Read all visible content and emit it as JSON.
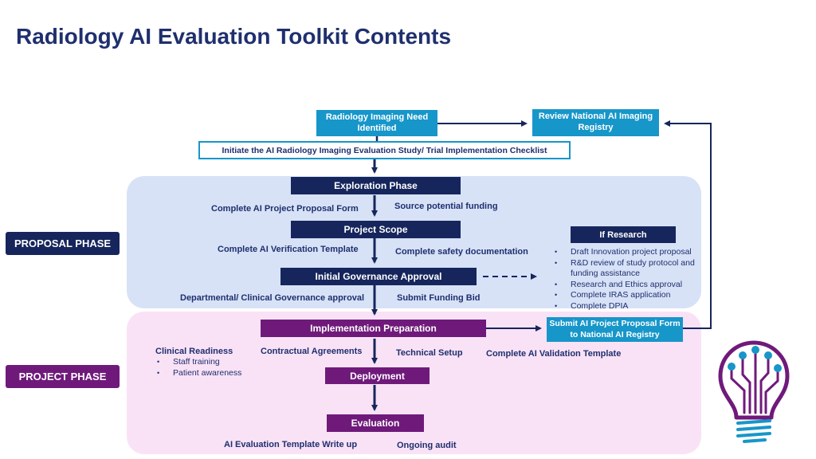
{
  "title": "Radiology AI Evaluation Toolkit Contents",
  "colors": {
    "navy": "#16265c",
    "purple": "#6f1a7b",
    "teal": "#1796c9",
    "proposal_bg": "#d7e2f7",
    "project_bg": "#f9e2f6",
    "title": "#1f2f6e"
  },
  "phases": {
    "proposal": "PROPOSAL PHASE",
    "project": "PROJECT PHASE"
  },
  "top": {
    "need": "Radiology Imaging Need Identified",
    "registry": "Review National AI Imaging Registry",
    "checklist": "Initiate the AI Radiology Imaging Evaluation Study/ Trial Implementation Checklist"
  },
  "proposal": {
    "exploration": "Exploration Phase",
    "proposal_form": "Complete AI Project Proposal Form",
    "source_funding": "Source potential funding",
    "project_scope": "Project Scope",
    "verification": "Complete AI Verification Template",
    "safety": "Complete safety documentation",
    "governance": "Initial Governance Approval",
    "dept_approval": "Departmental/ Clinical Governance approval",
    "funding_bid": "Submit Funding Bid"
  },
  "research": {
    "title": "If Research",
    "items": [
      "Draft Innovation  project  proposal",
      "R&D review  of study protocol and funding assistance",
      "Research and Ethics approval",
      "Complete IRAS application",
      "Complete DPIA"
    ]
  },
  "project": {
    "implementation": "Implementation Preparation",
    "submit_registry": "Submit AI Project Proposal Form to National AI Registry",
    "clinical_readiness": "Clinical Readiness",
    "readiness_items": [
      "Staff training",
      "Patient awareness"
    ],
    "contractual": "Contractual Agreements",
    "technical": "Technical Setup",
    "validation": "Complete AI Validation Template",
    "deployment": "Deployment",
    "evaluation": "Evaluation",
    "write_up": "AI Evaluation Template Write up",
    "audit": "Ongoing audit"
  },
  "icons": {
    "logo": "ai-lightbulb-icon"
  }
}
